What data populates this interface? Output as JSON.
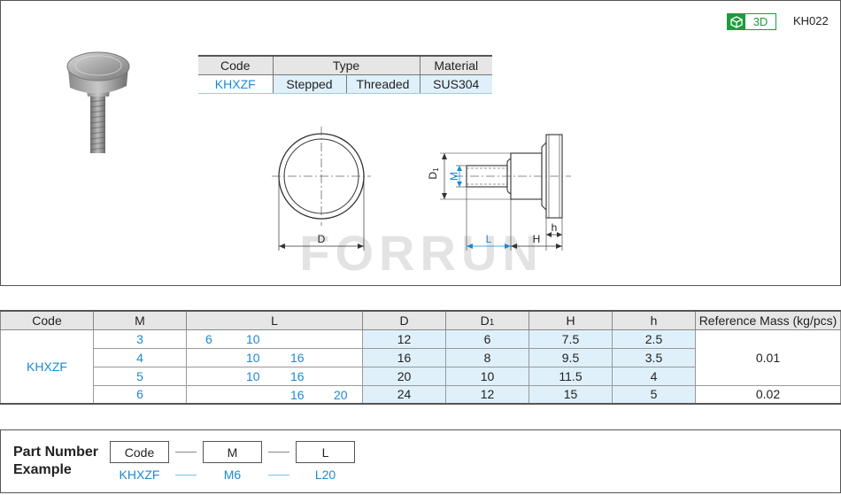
{
  "header": {
    "badge_label": "3D",
    "part_code": "KH022",
    "brand_watermark": "FORRUN"
  },
  "spec_table": {
    "headers": [
      "Code",
      "Type",
      "Material"
    ],
    "row": {
      "code": "KHXZF",
      "type_1": "Stepped",
      "type_2": "Threaded",
      "material": "SUS304"
    }
  },
  "drawing_labels": {
    "D": "D",
    "D1": "D",
    "D1_sub": "1",
    "M": "M",
    "L": "L",
    "H": "H",
    "h": "h"
  },
  "dim_table": {
    "headers": {
      "code": "Code",
      "m": "M",
      "l": "L",
      "d": "D",
      "d1": "D",
      "d1_sub": "1",
      "h_upper": "H",
      "h_lower": "h",
      "mass": "Reference Mass (kg/pcs)"
    },
    "code": "KHXZF",
    "rows": [
      {
        "m": "3",
        "l": [
          "6",
          "10"
        ],
        "d": "12",
        "d1": "6",
        "h_upper": "7.5",
        "h_lower": "2.5"
      },
      {
        "m": "4",
        "l": [
          "10",
          "16"
        ],
        "d": "16",
        "d1": "8",
        "h_upper": "9.5",
        "h_lower": "3.5"
      },
      {
        "m": "5",
        "l": [
          "10",
          "16"
        ],
        "d": "20",
        "d1": "10",
        "h_upper": "11.5",
        "h_lower": "4"
      },
      {
        "m": "6",
        "l": [
          "16",
          "20"
        ],
        "d": "24",
        "d1": "12",
        "h_upper": "15",
        "h_lower": "5"
      }
    ],
    "mass_1": "0.01",
    "mass_2": "0.02"
  },
  "part_number": {
    "title_1": "Part Number",
    "title_2": "Example",
    "boxes": [
      "Code",
      "M",
      "L"
    ],
    "values": [
      "KHXZF",
      "M6",
      "L20"
    ]
  },
  "colors": {
    "accent_blue": "#1b8ad3",
    "cell_blue": "#dff0fb",
    "badge_green": "#1e9b3c",
    "header_gray": "#e6e6e6"
  }
}
